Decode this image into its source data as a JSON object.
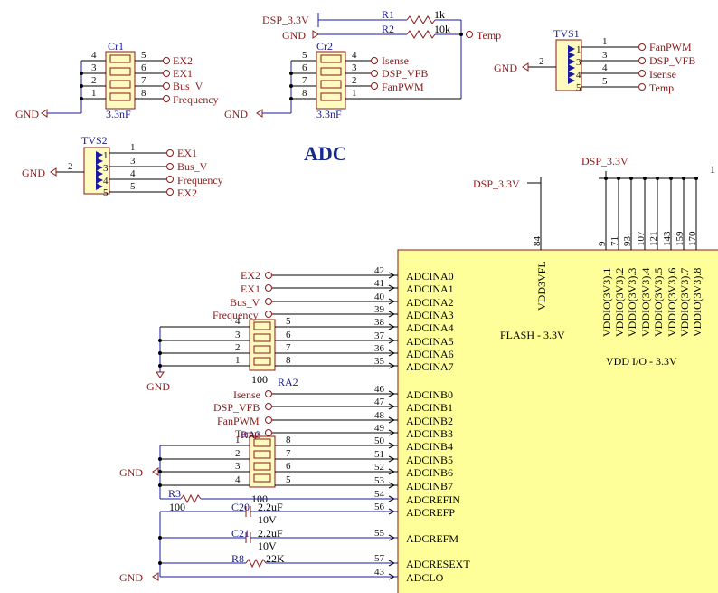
{
  "title": "ADC",
  "nets": {
    "gnd": "GND",
    "dsp33": "DSP_3.3V",
    "ex2": "EX2",
    "ex1": "EX1",
    "busv": "Bus_V",
    "freq": "Frequency",
    "isense": "Isense",
    "dspvfb": "DSP_VFB",
    "fanpwm": "FanPWM",
    "temp": "Temp"
  },
  "cr1": {
    "ref": "Cr1",
    "value": "3.3nF",
    "pins_left": [
      "4",
      "3",
      "2",
      "1"
    ],
    "pins_right": [
      "5",
      "6",
      "7",
      "8"
    ]
  },
  "cr2": {
    "ref": "Cr2",
    "value": "3.3nF",
    "pins_left": [
      "5",
      "6",
      "7",
      "8"
    ],
    "pins_right": [
      "4",
      "3",
      "2",
      "1"
    ]
  },
  "r1": {
    "ref": "R1",
    "value": "1k"
  },
  "r2": {
    "ref": "R2",
    "value": "10k"
  },
  "tvs1": {
    "ref": "TVS1",
    "gnd_pin": "2",
    "pins": [
      "1",
      "3",
      "4",
      "5"
    ]
  },
  "tvs2": {
    "ref": "TVS2",
    "gnd_pin": "2",
    "pins": [
      "1",
      "3",
      "4",
      "5"
    ]
  },
  "ra2": {
    "ref": "RA2",
    "value": "100",
    "pins_left": [
      "4",
      "3",
      "2",
      "1"
    ],
    "pins_right": [
      "5",
      "6",
      "7",
      "8"
    ]
  },
  "ra3": {
    "ref": "RA3",
    "value": "100",
    "pins_left": [
      "1",
      "2",
      "3",
      "4"
    ],
    "pins_right": [
      "8",
      "7",
      "6",
      "5"
    ]
  },
  "r3": {
    "ref": "R3",
    "value": "100"
  },
  "c20": {
    "ref": "C20",
    "value": "2.2uF",
    "voltage": "10V"
  },
  "c21": {
    "ref": "C21",
    "value": "2.2uF",
    "voltage": "10V"
  },
  "r8": {
    "ref": "R8",
    "value": "22K"
  },
  "chip": {
    "flash_label": "FLASH - 3.3V",
    "vddio_label": "VDD I/O - 3.3V",
    "vdd3vfl_name": "VDD3VFL",
    "vdd3vfl_pin": "84",
    "vddio_pins": [
      "9",
      "71",
      "93",
      "107",
      "121",
      "143",
      "159",
      "170"
    ],
    "vddio_names": [
      "VDDIO(3V3).1",
      "VDDIO(3V3).2",
      "VDDIO(3V3).3",
      "VDDIO(3V3).4",
      "VDDIO(3V3).5",
      "VDDIO(3V3).6",
      "VDDIO(3V3).7",
      "VDDIO(3V3).8"
    ],
    "left_pins": [
      {
        "num": "42",
        "name": "ADCINA0"
      },
      {
        "num": "41",
        "name": "ADCINA1"
      },
      {
        "num": "40",
        "name": "ADCINA2"
      },
      {
        "num": "39",
        "name": "ADCINA3"
      },
      {
        "num": "38",
        "name": "ADCINA4"
      },
      {
        "num": "37",
        "name": "ADCINA5"
      },
      {
        "num": "36",
        "name": "ADCINA6"
      },
      {
        "num": "35",
        "name": "ADCINA7"
      },
      {
        "num": "46",
        "name": "ADCINB0"
      },
      {
        "num": "47",
        "name": "ADCINB1"
      },
      {
        "num": "48",
        "name": "ADCINB2"
      },
      {
        "num": "49",
        "name": "ADCINB3"
      },
      {
        "num": "50",
        "name": "ADCINB4"
      },
      {
        "num": "51",
        "name": "ADCINB5"
      },
      {
        "num": "52",
        "name": "ADCINB6"
      },
      {
        "num": "53",
        "name": "ADCINB7"
      },
      {
        "num": "54",
        "name": "ADCREFIN"
      },
      {
        "num": "56",
        "name": "ADCREFP"
      },
      {
        "num": "55",
        "name": "ADCREFM"
      },
      {
        "num": "57",
        "name": "ADCRESEXT"
      },
      {
        "num": "43",
        "name": "ADCLO"
      }
    ]
  },
  "edge_text": "1"
}
